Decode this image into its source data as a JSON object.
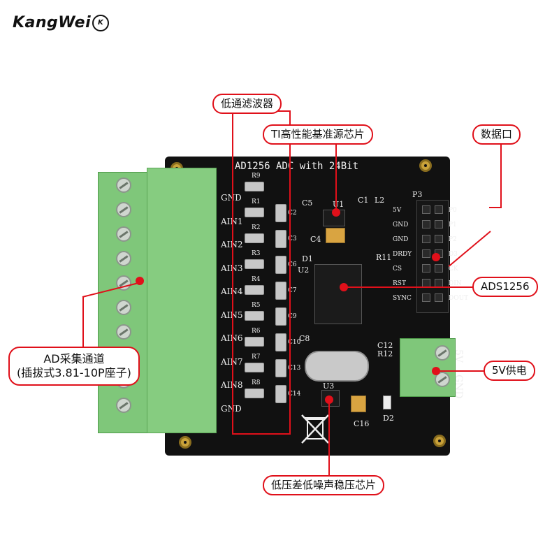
{
  "brand": {
    "name": "KangWei",
    "badge": "K"
  },
  "board": {
    "title": "AD1256 ADC with 24Bit",
    "input_labels": [
      "GND",
      "AIN1",
      "AIN2",
      "AIN3",
      "AIN4",
      "AIN5",
      "AIN6",
      "AIN7",
      "AIN8",
      "GND"
    ],
    "resistor_labels": [
      "R9",
      "R1",
      "R2",
      "R3",
      "R4",
      "R5",
      "R6",
      "R7",
      "R8"
    ],
    "cap_labels": [
      "C2",
      "C3",
      "C6",
      "C7",
      "C9",
      "C10",
      "C13",
      "C14"
    ],
    "header_labels": [
      "5V",
      "GND",
      "GND",
      "DRDY",
      "CS",
      "RST",
      "SYNC"
    ],
    "header_right_labels": [
      "P0",
      "P1",
      "P2",
      "D3",
      "CK",
      "DIN",
      "DOUT"
    ],
    "header_name": "P3",
    "power_labels": [
      "5V",
      "GND"
    ],
    "misc_labels": {
      "u1": "U1",
      "u2": "U2",
      "u3": "U3",
      "d1": "D1",
      "d2": "D2",
      "c4": "C4",
      "c5": "C5",
      "c1": "C1",
      "l2": "L2",
      "r11": "R11",
      "c8": "C8",
      "c12": "C12",
      "r12": "R12",
      "c16": "C16"
    }
  },
  "annotations": {
    "low_pass": "低通滤波器",
    "ti_ref": "TI高性能基准源芯片",
    "data_port": "数据口",
    "ads": "ADS1256",
    "ad_channels_line1": "AD采集通道",
    "ad_channels_line2": "(插拔式3.81-10P座子)",
    "power": "5V供电",
    "ldo": "低压差低噪声稳压芯片"
  },
  "colors": {
    "accent": "#e0101a",
    "board": "#111111",
    "terminal": "#7fc77a"
  }
}
